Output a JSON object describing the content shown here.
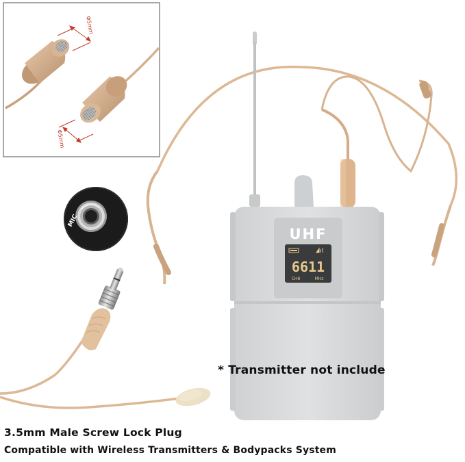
{
  "inset": {
    "dimension_top": "Φ5mm",
    "dimension_bottom": "Φ5mm"
  },
  "jack": {
    "label": "MIC"
  },
  "transmitter": {
    "brand_label": "UHF",
    "display_digits": "6611",
    "display_sub_left": "CH8",
    "display_sub_right": "MHz"
  },
  "note": "* Transmitter not include",
  "caption": {
    "line1": "3.5mm Male Screw Lock Plug",
    "line2": "Compatible with Wireless Transmitters & Bodypacks System"
  },
  "colors": {
    "skin": "#e2bf9e",
    "skin_dark": "#c9a07c",
    "transmitter_body": "#d8dadc",
    "transmitter_edge": "#c4c6c8",
    "display_bg": "#3a3b3c",
    "display_digits": "#e9c98e",
    "jack_black": "#1b1b1b"
  }
}
